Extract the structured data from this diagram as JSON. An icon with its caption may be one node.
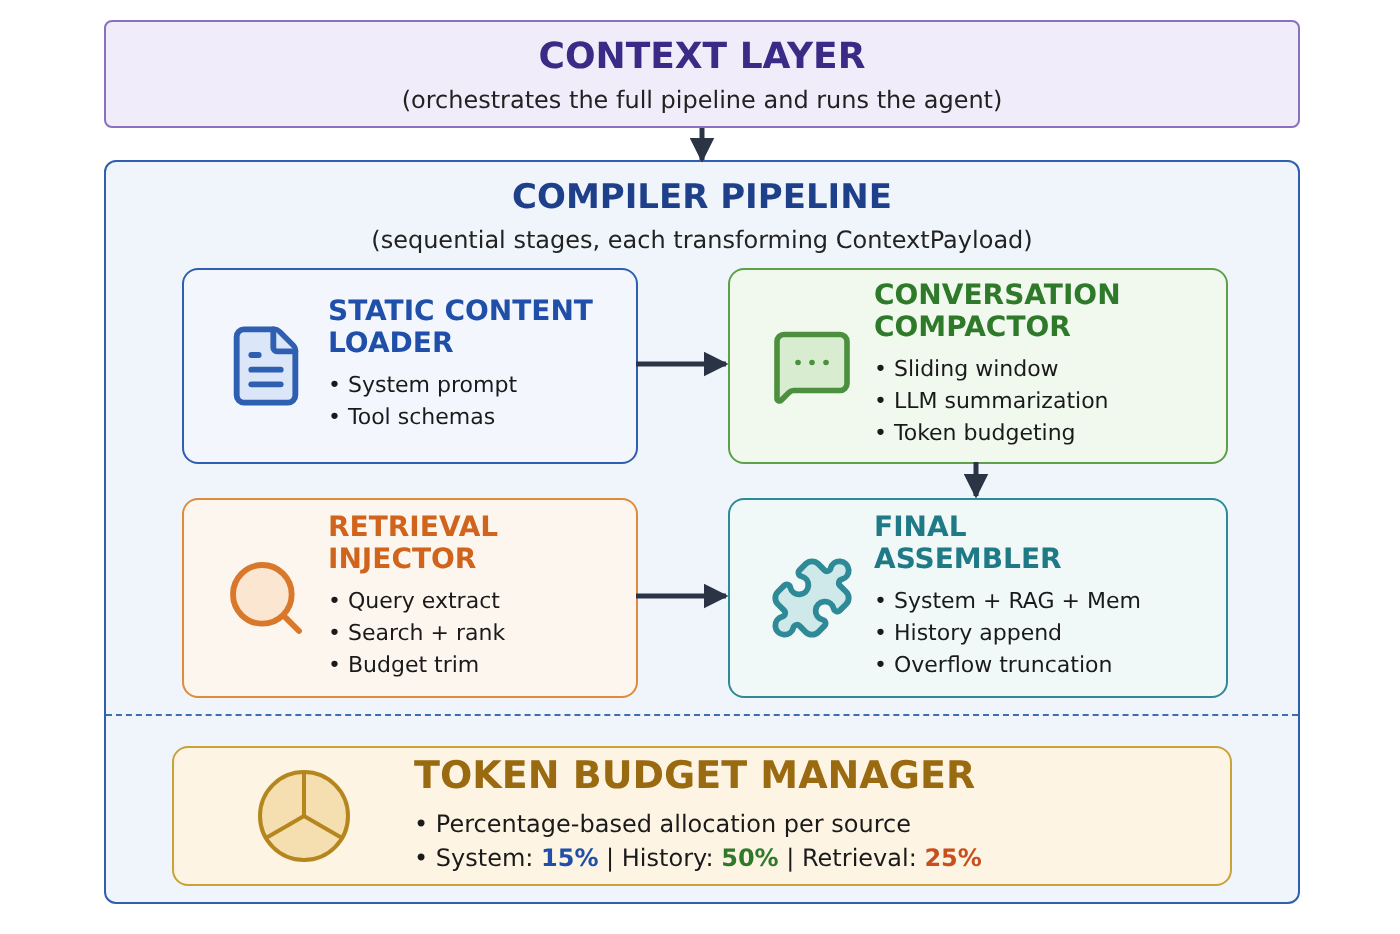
{
  "diagram": {
    "nodes": [
      {
        "text": [
          "CONTEXT LAYER",
          "(orchestrates the full pipeline and runs the agent)"
        ]
      },
      {
        "text": [
          "COMPILER PIPELINE",
          "(sequential stages, each transforming ContextPayload)"
        ]
      },
      {
        "text": [
          "STATIC CONTENT LOADER",
          "• System prompt",
          "• Tool schemas"
        ],
        "in": 1
      },
      {
        "text": [
          "CONVERSATION COMPACTOR",
          "• Sliding window",
          "• LLM summarization",
          "• Token budgeting"
        ],
        "in": 1
      },
      {
        "text": [
          "RETRIEVAL INJECTOR",
          "• Query extract",
          "• Search + rank",
          "• Budget trim"
        ],
        "in": 1
      },
      {
        "text": [
          "FINAL ASSEMBLER",
          "• System + RAG + Mem",
          "• History append",
          "• Overflow truncation"
        ],
        "in": 1
      },
      {
        "text": [
          "TOKEN BUDGET MANAGER",
          "• Percentage-based allocation per source",
          "• System: **15%** | History: **50%** | Retrieval: **25%**"
        ],
        "in": 1
      }
    ],
    "edges": [
      {
        "from": 0,
        "to": 1,
        "arrow": "to"
      },
      {
        "from": 2,
        "to": 3,
        "arrow": "to"
      },
      {
        "from": 3,
        "to": 5,
        "arrow": "to"
      },
      {
        "from": 4,
        "to": 5,
        "arrow": "to"
      }
    ]
  }
}
